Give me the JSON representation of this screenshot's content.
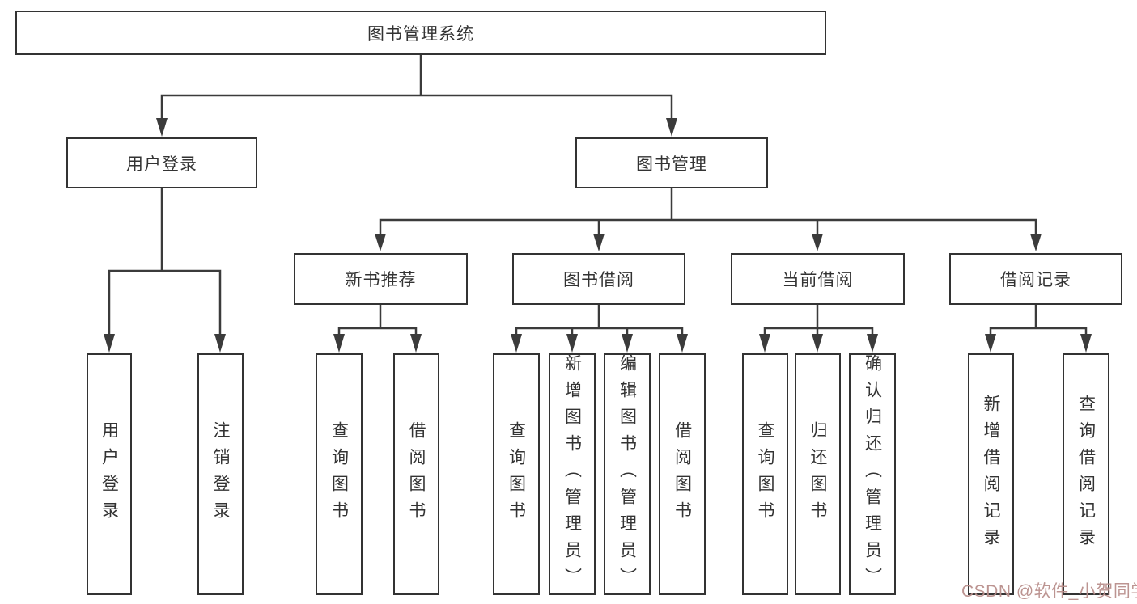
{
  "diagram": {
    "title": "图书管理系统",
    "type": "hierarchy-tree",
    "colors": {
      "background": "#ffffff",
      "line": "#3b3b3b",
      "box_border": "#333333",
      "text": "#333333",
      "watermark": "#b98f8c"
    },
    "watermark": {
      "text": "CSDN @软件_小贺同学"
    }
  },
  "nodes": {
    "root": {
      "label": "图书管理系统"
    },
    "user-login": {
      "label": "用户登录"
    },
    "book-mgmt": {
      "label": "图书管理"
    },
    "new-book-rec": {
      "label": "新书推荐"
    },
    "book-borrow": {
      "label": "图书借阅"
    },
    "current-borrow": {
      "label": "当前借阅"
    },
    "borrow-record": {
      "label": "借阅记录"
    },
    "login": {
      "label": "用户登录"
    },
    "logout": {
      "label": "注销登录"
    },
    "rec-query-book": {
      "label": "查询图书"
    },
    "rec-borrow-book": {
      "label": "借阅图书"
    },
    "bb-query-book": {
      "label": "查询图书"
    },
    "bb-add-book": {
      "label": "新增图书（管理员）"
    },
    "bb-edit-book": {
      "label": "编辑图书（管理员）"
    },
    "bb-borrow-book": {
      "label": "借阅图书"
    },
    "cb-query-book": {
      "label": "查询图书"
    },
    "cb-return-book": {
      "label": "归还图书"
    },
    "cb-confirm-return": {
      "label": "确认归还（管理员）"
    },
    "br-add-record": {
      "label": "新增借阅记录"
    },
    "br-query-record": {
      "label": "查询借阅记录"
    }
  },
  "hierarchy": [
    {
      "parent": "root",
      "children": [
        "user-login",
        "book-mgmt"
      ]
    },
    {
      "parent": "user-login",
      "children": [
        "login",
        "logout"
      ]
    },
    {
      "parent": "book-mgmt",
      "children": [
        "new-book-rec",
        "book-borrow",
        "current-borrow",
        "borrow-record"
      ]
    },
    {
      "parent": "new-book-rec",
      "children": [
        "rec-query-book",
        "rec-borrow-book"
      ]
    },
    {
      "parent": "book-borrow",
      "children": [
        "bb-query-book",
        "bb-add-book",
        "bb-edit-book",
        "bb-borrow-book"
      ]
    },
    {
      "parent": "current-borrow",
      "children": [
        "cb-query-book",
        "cb-return-book",
        "cb-confirm-return"
      ]
    },
    {
      "parent": "borrow-record",
      "children": [
        "br-add-record",
        "br-query-record"
      ]
    }
  ]
}
